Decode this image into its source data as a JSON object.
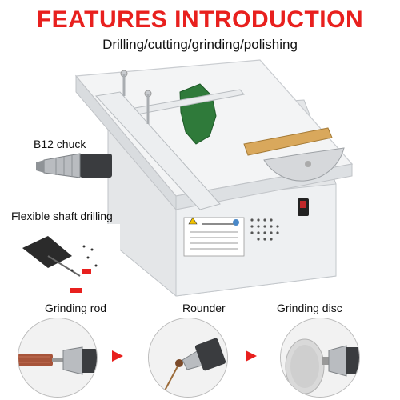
{
  "header": {
    "title": "FEATURES INTRODUCTION",
    "subtitle": "Drilling/cutting/grinding/polishing"
  },
  "labels": {
    "chuck": "B12 chuck",
    "flexible": "Flexible shaft drilling",
    "grinding_rod": "Grinding rod",
    "rounder": "Rounder",
    "grinding_disc": "Grinding disc"
  },
  "colors": {
    "accent": "#e8201e",
    "blade": "#2f7a3a"
  }
}
